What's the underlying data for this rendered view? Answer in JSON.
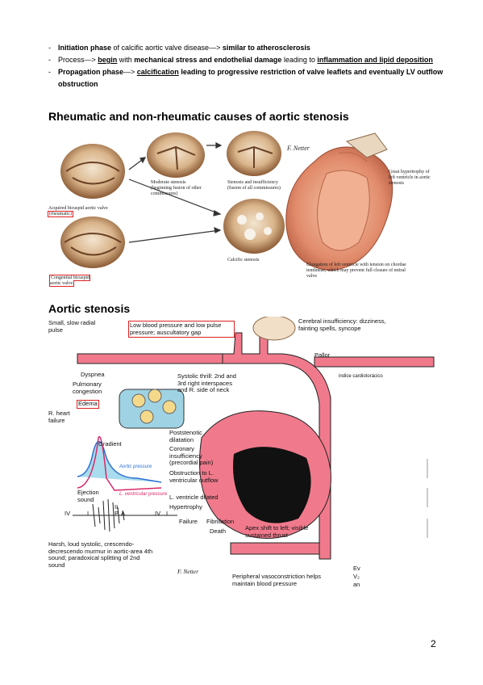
{
  "bullets": {
    "b1": {
      "bold": "Initiation phase",
      "rest": " of calcific aortic valve disease—> ",
      "bold2": "similar to atherosclerosis"
    },
    "b2": {
      "pre": "Process—> ",
      "begin": "begin",
      "mid": " with ",
      "bold": "mechanical stress and endothelial damage",
      "lead": " leading to ",
      "inflam": "inflammation and lipid deposition"
    },
    "b3": {
      "bold": "Propagation phase",
      "arrow": "—> ",
      "calc": "calcification",
      "rest": " leading to progressive restriction of valve leaflets and eventually LV outflow obstruction"
    }
  },
  "heading1": "Rheumatic and non-rheumatic causes of aortic stenosis",
  "heading2": "Aortic stenosis",
  "fig1": {
    "acquired": "Acquired bicuspid aortic valve",
    "rheumatic": "(rheumatic)",
    "congenital": "Congenital bicuspid aortic valve",
    "moderate": "Moderate stenosis (beginning fusion of other commissures)",
    "stenosis_insuff": "Stenosis and insufficiency (fusion of all commissures)",
    "calcific": "Calcific stenosis",
    "elongation": "Elongation of left ventricle with tension on chordae tendineae, which may prevent full closure of mitral valve",
    "hypertrophy": "Great hypertrophy of left ventricle in aortic stenosis",
    "signature": "F. Netter"
  },
  "fig2": {
    "small_pulse": "Small, slow radial pulse",
    "low_bp": "Low blood pressure and low pulse pressure; auscultatory gap",
    "cerebral": "Cerebral insufficiency: dizziness, fainting spells, syncope",
    "pallor": "Pallor",
    "indice": "indice cardiotorácico",
    "dyspnea": "Dyspnea",
    "pulm_cong": "Pulmonary congestion",
    "edema": "Edema",
    "rheart": "R. heart failure",
    "thrill": "Systolic thrill: 2nd and 3rd right interspaces and R. side of neck",
    "poststenotic": "Poststenotic dilatation",
    "coronary": "Coronary insufficiency (precordial pain)",
    "obstruction": "Obstruction to L. ventricular outflow",
    "lv_dilated": "L. ventricle dilated",
    "hypertrophy": "Hypertrophy",
    "failure": "Failure",
    "fibrillation": "Fibrillation",
    "death": "Death",
    "apex": "Apex shift to left; visible sustained thrust",
    "gradient": "Gradient",
    "aortic_pressure": "Aortic pressure",
    "lv_pressure": "L. ventricular pressure",
    "ejection": "Ejection sound",
    "murmur": "Harsh, loud systolic, crescendo-decrescendo murmur in aortic-area 4th sound; paradoxical splitting of 2nd sound",
    "peripheral": "Peripheral vasoconstriction helps maintain blood pressure",
    "iv1": "IV",
    "i1": "I",
    "ii": "II",
    "p": "P",
    "a": "A",
    "iv2": "IV",
    "i2": "I",
    "edge1": "Ev",
    "edge2": "V₂",
    "edge3": "an",
    "signature": "F. Netter"
  },
  "page_number": "2"
}
